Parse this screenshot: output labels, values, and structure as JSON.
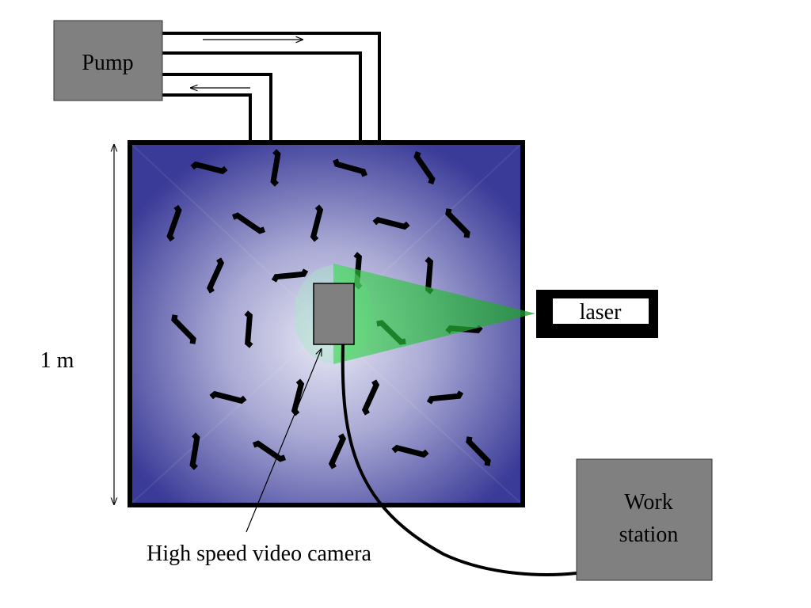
{
  "labels": {
    "pump": "Pump",
    "laser": "laser",
    "workstation_line1": "Work",
    "workstation_line2": "station",
    "scale": "1 m",
    "camera": "High speed video camera"
  },
  "colors": {
    "tank_edge": "#3b3b9a",
    "tank_center": "#dcdcf0",
    "device_gray": "#808080",
    "laser_sheet": "#2ecc40",
    "lens_circle": "#a8e6c8",
    "particle": "#000000"
  }
}
